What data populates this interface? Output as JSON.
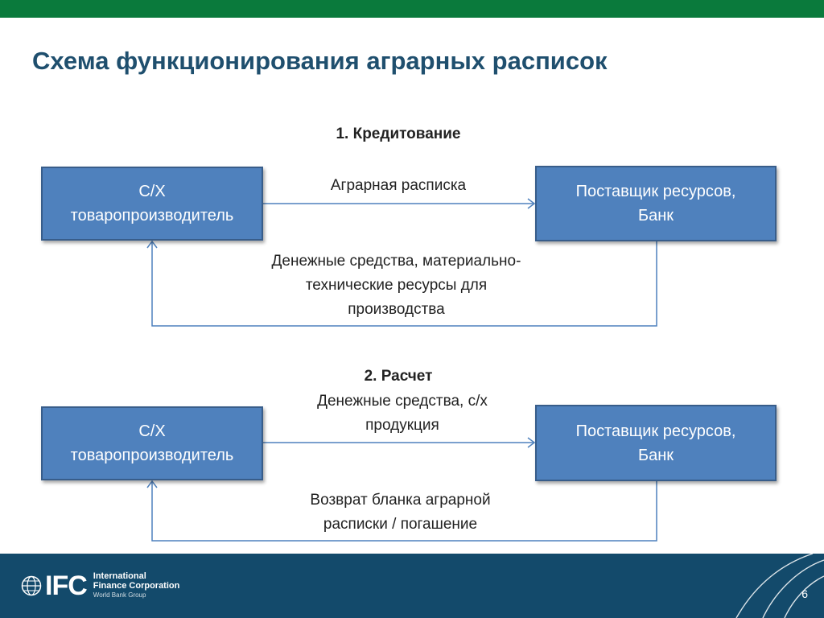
{
  "title": "Схема функционирования аграрных расписок",
  "section1": {
    "heading": "1. Кредитование",
    "left_box": [
      "С/Х",
      "товаропроизводитель"
    ],
    "right_box": [
      "Поставщик ресурсов,",
      "Банк"
    ],
    "top_label": "Аграрная расписка",
    "bottom_label": [
      "Денежные средства, материально-",
      "технические ресурсы для",
      "производства"
    ]
  },
  "section2": {
    "heading": "2. Расчет",
    "left_box": [
      "С/Х",
      "товаропроизводитель"
    ],
    "right_box": [
      "Поставщик ресурсов,",
      "Банк"
    ],
    "top_label": [
      "Денежные средства, с/х",
      "продукция"
    ],
    "bottom_label": [
      "Возврат бланка аграрной",
      "расписки / погашение"
    ]
  },
  "footer": {
    "logo_text": "IFC",
    "org_line1": "International",
    "org_line2": "Finance Corporation",
    "org_line3": "World Bank Group",
    "page_number": "6"
  },
  "colors": {
    "top_bar": "#0a7a3c",
    "title": "#1f4f6e",
    "box_fill": "#4f81bd",
    "box_border": "#385d8a",
    "connector": "#4f81bd",
    "footer": "#134a6b"
  }
}
